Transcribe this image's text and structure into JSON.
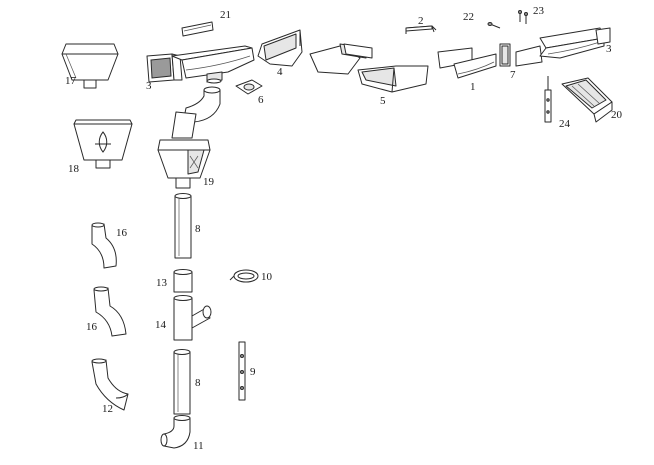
{
  "labels": [
    {
      "id": "l21",
      "text": "21"
    },
    {
      "id": "l2",
      "text": "2"
    },
    {
      "id": "l22",
      "text": "22"
    },
    {
      "id": "l23",
      "text": "23"
    },
    {
      "id": "l3a",
      "text": "3"
    },
    {
      "id": "l3b",
      "text": "3"
    },
    {
      "id": "l4",
      "text": "4"
    },
    {
      "id": "l5",
      "text": "5"
    },
    {
      "id": "l1",
      "text": "1"
    },
    {
      "id": "l7",
      "text": "7"
    },
    {
      "id": "l6",
      "text": "6"
    },
    {
      "id": "l17",
      "text": "17"
    },
    {
      "id": "l18",
      "text": "18"
    },
    {
      "id": "l19",
      "text": "19"
    },
    {
      "id": "l20",
      "text": "20"
    },
    {
      "id": "l24",
      "text": "24"
    },
    {
      "id": "l8a",
      "text": "8"
    },
    {
      "id": "l8b",
      "text": "8"
    },
    {
      "id": "l16a",
      "text": "16"
    },
    {
      "id": "l16b",
      "text": "16"
    },
    {
      "id": "l13",
      "text": "13"
    },
    {
      "id": "l10",
      "text": "10"
    },
    {
      "id": "l14",
      "text": "14"
    },
    {
      "id": "l9",
      "text": "9"
    },
    {
      "id": "l12",
      "text": "12"
    },
    {
      "id": "l11",
      "text": "11"
    }
  ]
}
